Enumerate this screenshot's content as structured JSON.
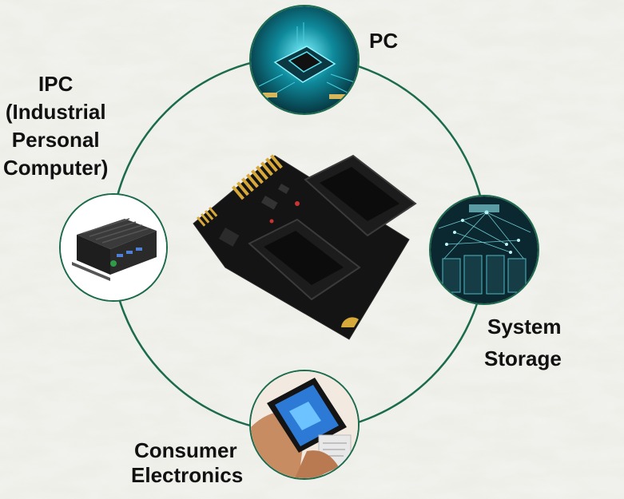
{
  "colors": {
    "ring": "#1b6b4c",
    "label_text": "#111111",
    "board_pcb": "#151515",
    "gold_contacts": "#d7a93a",
    "chip_glow": "#19c7d8",
    "storage_glow": "#7ee6ef"
  },
  "icons": {
    "center": "m2-sata-adapter-board",
    "pc": "cpu-chip-image",
    "ipc": "industrial-pc-box-image",
    "storage": "data-server-network-image",
    "consumer": "smartphone-payment-image"
  },
  "labels": {
    "pc": [
      "PC"
    ],
    "ipc": [
      "IPC",
      "(Industrial",
      "Personal",
      "Computer)"
    ],
    "storage": [
      "System",
      "Storage"
    ],
    "consumer": [
      "Consumer",
      "Electronics"
    ]
  }
}
